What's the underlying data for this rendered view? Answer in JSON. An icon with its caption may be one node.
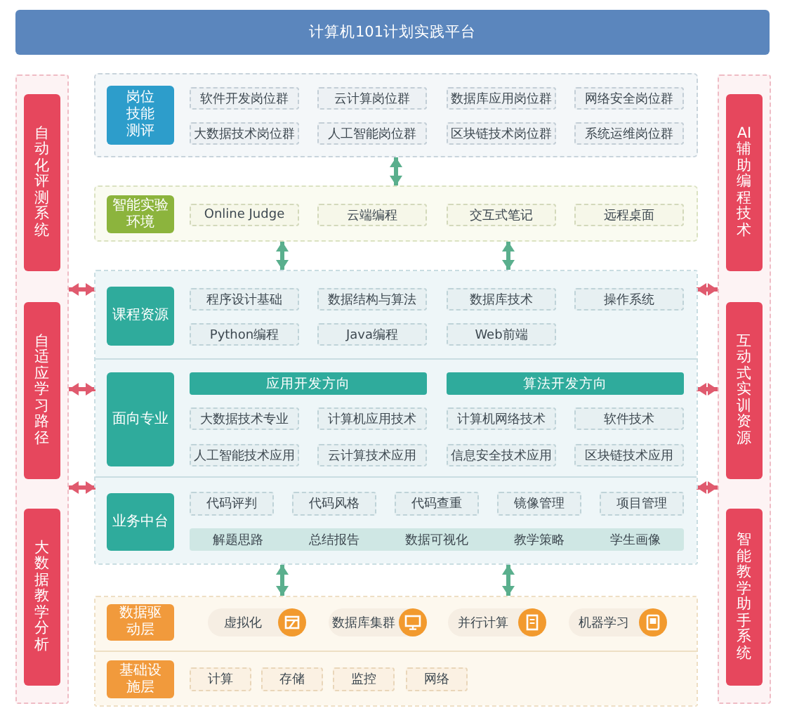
{
  "diagram": {
    "title": "计算机101计划实践平台",
    "nodes": [
      {
        "text": [],
        "shape": "box"
      },
      {
        "text": [
          "自动化评测系统"
        ],
        "in": 0
      },
      {
        "text": [
          "自适应学习路径"
        ],
        "in": 0
      },
      {
        "text": [
          "大数据教学分析"
        ],
        "in": 0
      },
      {
        "text": [
          "岗位技能测评"
        ]
      },
      {
        "text": [
          "软件开发岗位群"
        ],
        "in": 4
      },
      {
        "text": [
          "云计算岗位群"
        ],
        "in": 4
      },
      {
        "text": [
          "数据库应用岗位群"
        ],
        "in": 4
      },
      {
        "text": [
          "网络安全岗位群"
        ],
        "in": 4
      },
      {
        "text": [
          "大数据技术岗位群"
        ],
        "in": 4
      },
      {
        "text": [
          "人工智能岗位群"
        ],
        "in": 4
      },
      {
        "text": [
          "区块链技术岗位群"
        ],
        "in": 4
      },
      {
        "text": [
          "系统运维岗位群"
        ],
        "in": 4
      },
      {
        "text": [
          "智能实验环境"
        ]
      },
      {
        "text": [
          "Online Judge"
        ],
        "in": 13
      },
      {
        "text": [
          "云端编程"
        ],
        "in": 13
      },
      {
        "text": [
          "交互式笔记"
        ],
        "in": 13
      },
      {
        "text": [
          "远程桌面"
        ],
        "in": 13
      },
      {
        "text": [],
        "shape": "box"
      },
      {
        "text": [
          "课程资源"
        ],
        "in": 18
      },
      {
        "text": [
          "程序设计基础"
        ],
        "in": 19
      },
      {
        "text": [
          "数据结构与算法"
        ],
        "in": 19
      },
      {
        "text": [
          "数据库技术"
        ],
        "in": 19
      },
      {
        "text": [
          "操作系统"
        ],
        "in": 19
      },
      {
        "text": [
          "Python编程"
        ],
        "in": 19
      },
      {
        "text": [
          "Java编程"
        ],
        "in": 19
      },
      {
        "text": [
          "Web前端"
        ],
        "in": 19
      },
      {
        "text": [
          "面向专业"
        ],
        "in": 18
      },
      {
        "text": [
          "应用开发方向"
        ],
        "in": 27
      },
      {
        "text": [
          "算法开发方向"
        ],
        "in": 27
      },
      {
        "text": [
          "大数据技术专业"
        ],
        "in": 27
      },
      {
        "text": [
          "计算机应用技术"
        ],
        "in": 27
      },
      {
        "text": [
          "计算机网络技术"
        ],
        "in": 27
      },
      {
        "text": [
          "软件技术"
        ],
        "in": 27
      },
      {
        "text": [
          "人工智能技术应用"
        ],
        "in": 27
      },
      {
        "text": [
          "云计算技术应用"
        ],
        "in": 27
      },
      {
        "text": [
          "信息安全技术应用"
        ],
        "in": 27
      },
      {
        "text": [
          "区块链技术应用"
        ],
        "in": 27
      },
      {
        "text": [
          "业务中台"
        ],
        "in": 18
      },
      {
        "text": [
          "代码评判"
        ],
        "in": 38
      },
      {
        "text": [
          "代码风格"
        ],
        "in": 38
      },
      {
        "text": [
          "代码查重"
        ],
        "in": 38
      },
      {
        "text": [
          "镜像管理"
        ],
        "in": 38
      },
      {
        "text": [
          "项目管理"
        ],
        "in": 38
      },
      {
        "text": [
          "解题思路",
          "总结报告",
          "数据可视化",
          "教学策略",
          "学生画像"
        ],
        "in": 38
      },
      {
        "text": [],
        "shape": "box"
      },
      {
        "text": [
          "数据驱动层"
        ],
        "in": 45
      },
      {
        "text": [
          "虚拟化"
        ],
        "in": 46
      },
      {
        "text": [
          "数据库集群"
        ],
        "in": 46
      },
      {
        "text": [
          "并行计算"
        ],
        "in": 46
      },
      {
        "text": [
          "机器学习"
        ],
        "in": 46
      },
      {
        "text": [
          "基础设施层"
        ],
        "in": 45
      },
      {
        "text": [
          "计算"
        ],
        "in": 51
      },
      {
        "text": [
          "存储"
        ],
        "in": 51
      },
      {
        "text": [
          "监控"
        ],
        "in": 51
      },
      {
        "text": [
          "网络"
        ],
        "in": 51
      },
      {
        "text": [],
        "shape": "box"
      },
      {
        "text": [
          "AI辅助编程技术"
        ],
        "in": 56
      },
      {
        "text": [
          "互动式实训资源"
        ],
        "in": 56
      },
      {
        "text": [
          "智能教学助手系统"
        ],
        "in": 56
      }
    ],
    "edges": [
      {
        "from": 4,
        "to": 13,
        "arrow": "both",
        "color": "#5aaf8d"
      },
      {
        "from": 13,
        "to": 18,
        "arrow": "both",
        "color": "#5aaf8d"
      },
      {
        "from": 13,
        "to": 18,
        "arrow": "both",
        "color": "#5aaf8d"
      },
      {
        "from": 18,
        "to": 45,
        "arrow": "both",
        "color": "#5aaf8d"
      },
      {
        "from": 18,
        "to": 45,
        "arrow": "both",
        "color": "#5aaf8d"
      },
      {
        "from": 0,
        "to": 19,
        "arrow": "both"
      },
      {
        "from": 0,
        "to": 27,
        "arrow": "both"
      },
      {
        "from": 0,
        "to": 38,
        "arrow": "both"
      },
      {
        "from": 19,
        "to": 56,
        "arrow": "both"
      },
      {
        "from": 27,
        "to": 56,
        "arrow": "both"
      },
      {
        "from": 38,
        "to": 56,
        "arrow": "both"
      }
    ]
  }
}
